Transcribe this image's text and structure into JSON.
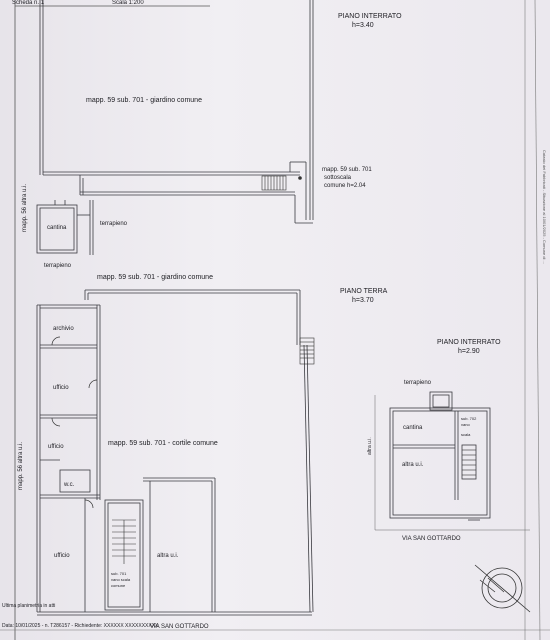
{
  "header": {
    "sheet_info": "Scheda n. 1",
    "scale": "Scala 1:200"
  },
  "basement_top": {
    "title": "PIANO INTERRATO",
    "height": "h=3.40",
    "garden_label": "mapp. 59 sub. 701 - giardino comune",
    "understair_line1": "mapp. 59 sub. 701",
    "understair_line2": "sottoscala",
    "understair_line3": "comune h=2.04",
    "cellar": "cantina",
    "embankment_inner": "terrapieno",
    "embankment_outer": "terrapieno",
    "side_map": "mapp. 56 altra u.i."
  },
  "ground_floor": {
    "title": "PIANO TERRA",
    "height": "h=3.70",
    "garden_label": "mapp. 59 sub. 701 - giardino comune",
    "courtyard_label": "mapp. 59 sub. 701 - cortile comune",
    "rooms": {
      "archive": "archivio",
      "office_1": "ufficio",
      "office_2": "ufficio",
      "wc": "w.c.",
      "office_3": "ufficio",
      "other_unit": "altra u.i."
    },
    "stair_line1": "sub. 701",
    "stair_line2": "vano scala",
    "stair_line3": "comune",
    "side_map": "mapp. 56 altra u.i.",
    "street": "VIA SAN GOTTARDO"
  },
  "basement_small": {
    "title": "PIANO INTERRATO",
    "height": "h=2.90",
    "embankment": "terrapieno",
    "cellar": "cantina",
    "stair_line1": "sub. 702",
    "stair_line2": "vano",
    "stair_line3": "scala",
    "other_unit": "altra u.i.",
    "side_label": "altra u.i.",
    "street": "VIA SAN GOTTARDO"
  },
  "footer": {
    "line1": "Ultima planimetria in atti",
    "line2": "Data: 10/01/2025 - n. T286157 - Richiedente: XXXXXX XXXXXXXXXX"
  },
  "margin_note": "Catasto dei Fabbricati - Situazione al 10/01/2025 - Comune di ..."
}
